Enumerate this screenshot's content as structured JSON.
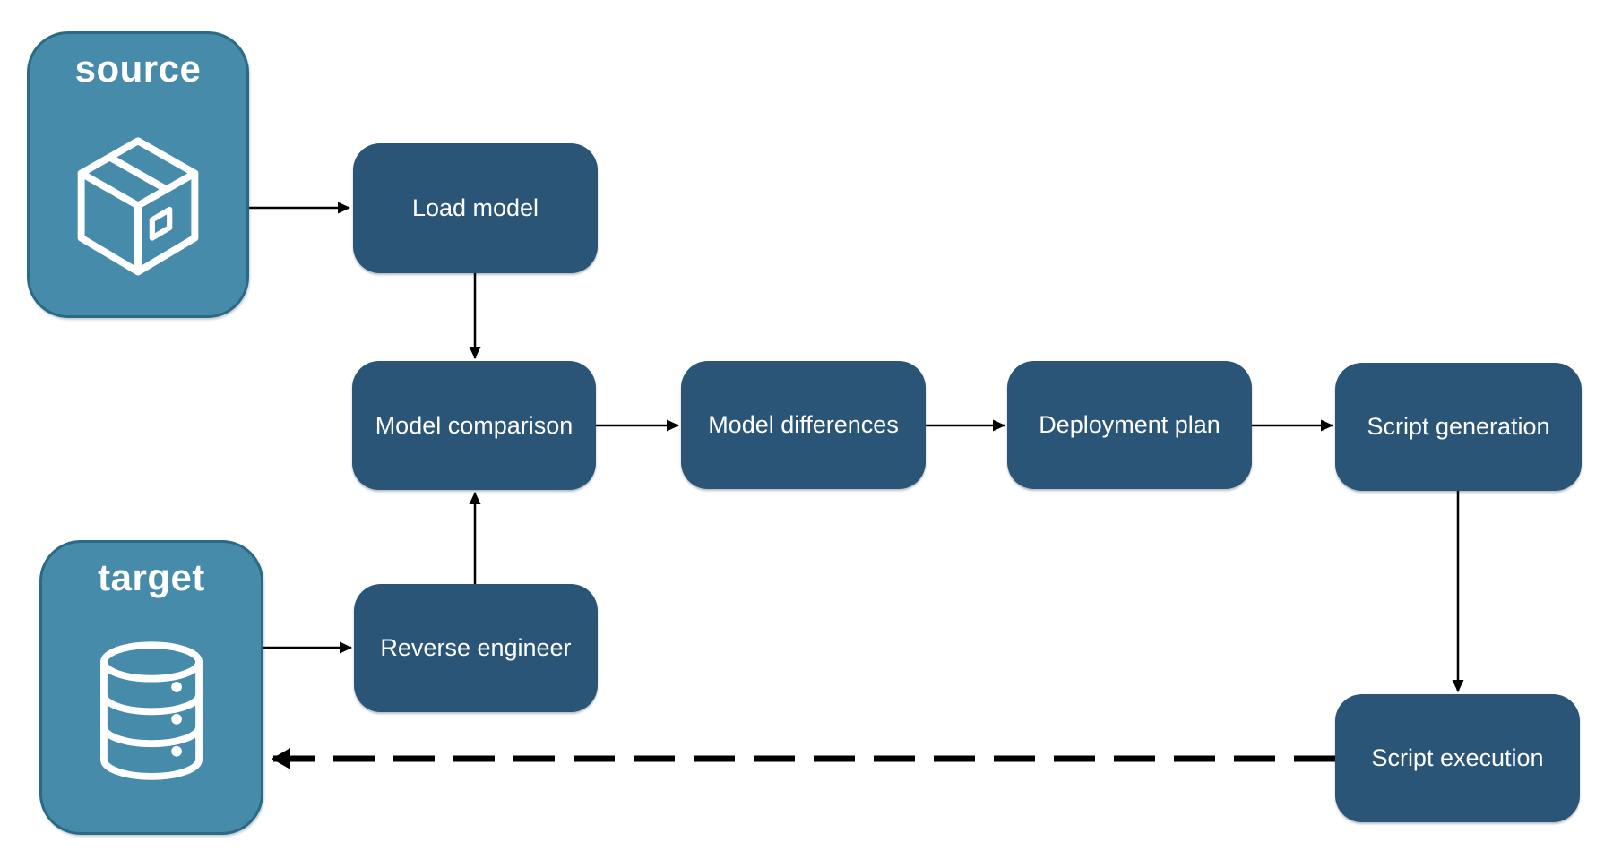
{
  "diagram": {
    "containers": [
      {
        "id": "source",
        "label": "source",
        "icon": "package-icon"
      },
      {
        "id": "target",
        "label": "target",
        "icon": "database-icon"
      }
    ],
    "nodes": [
      {
        "id": "load-model",
        "label": "Load model"
      },
      {
        "id": "model-comparison",
        "label": "Model comparison"
      },
      {
        "id": "model-differences",
        "label": "Model differences"
      },
      {
        "id": "deployment-plan",
        "label": "Deployment plan"
      },
      {
        "id": "script-generation",
        "label": "Script generation"
      },
      {
        "id": "reverse-engineer",
        "label": "Reverse engineer"
      },
      {
        "id": "script-execution",
        "label": "Script execution"
      }
    ],
    "edges": [
      {
        "from": "source",
        "to": "load-model",
        "style": "solid",
        "direction": "right"
      },
      {
        "from": "load-model",
        "to": "model-comparison",
        "style": "solid",
        "direction": "down"
      },
      {
        "from": "model-comparison",
        "to": "model-differences",
        "style": "solid",
        "direction": "right"
      },
      {
        "from": "model-differences",
        "to": "deployment-plan",
        "style": "solid",
        "direction": "right"
      },
      {
        "from": "deployment-plan",
        "to": "script-generation",
        "style": "solid",
        "direction": "right"
      },
      {
        "from": "script-generation",
        "to": "script-execution",
        "style": "solid",
        "direction": "down"
      },
      {
        "from": "target",
        "to": "reverse-engineer",
        "style": "solid",
        "direction": "right"
      },
      {
        "from": "reverse-engineer",
        "to": "model-comparison",
        "style": "solid",
        "direction": "up"
      },
      {
        "from": "script-execution",
        "to": "target",
        "style": "dashed",
        "direction": "left"
      }
    ],
    "colors": {
      "node_fill": "#2A5577",
      "node_text": "#FFFFFF",
      "container_fill": "#478BAA",
      "container_border": "#2B6A85",
      "container_text": "#FFFFFF",
      "arrow": "#000000",
      "background": "#FFFFFF"
    }
  }
}
